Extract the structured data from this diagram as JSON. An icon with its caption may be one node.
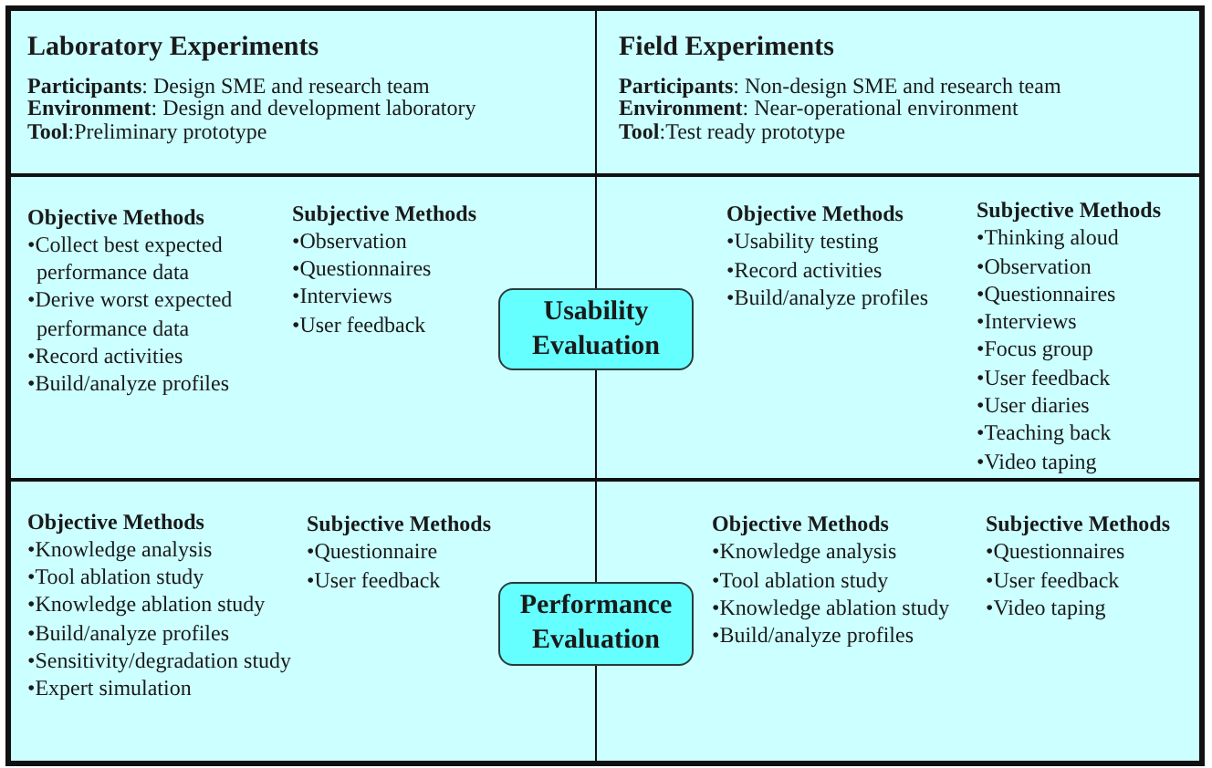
{
  "diagram": {
    "nodes": [
      {
        "text": [
          "Laboratory Experiments",
          "**Participants**: Design SME and research team",
          "**Environment**: Design and development laboratory",
          "**Tool**:Preliminary prototype"
        ]
      },
      {
        "text": [
          "Field Experiments",
          "**Participants**: Non-design SME and research team",
          "**Environment**: Near-operational environment",
          "**Tool**:Test ready prototype"
        ]
      },
      {
        "text": [
          "Objective Methods",
          "•Collect best expected performance data",
          "•Derive worst expected performance data",
          "•Record activities",
          "•Build/analyze profiles",
          "Subjective Methods",
          "•Observation",
          "•Questionnaires",
          "•Interviews",
          "•User feedback"
        ]
      },
      {
        "text": [
          "Usability Evaluation"
        ]
      },
      {
        "text": [
          "Objective Methods",
          "•Usability testing",
          "•Record activities",
          "•Build/analyze profiles",
          "Subjective Methods",
          "•Thinking aloud",
          "•Observation",
          "•Questionnaires",
          "•Interviews",
          "•Focus group",
          "•User feedback",
          "•User diaries",
          "•Teaching back",
          "•Video taping"
        ]
      },
      {
        "text": [
          "Objective Methods",
          "•Knowledge analysis",
          "•Tool ablation study",
          "•Knowledge ablation study",
          "•Build/analyze profiles",
          "•Sensitivity/degradation study",
          "•Expert simulation",
          "Subjective Methods",
          "•Questionnaire",
          "•User feedback"
        ]
      },
      {
        "text": [
          "Performance Evaluation"
        ]
      },
      {
        "text": [
          "Objective Methods",
          "•Knowledge analysis",
          "•Tool ablation study",
          "•Knowledge ablation study",
          "•Build/analyze profiles",
          "Subjective Methods",
          "•Questionnaires",
          "•User feedback",
          "•Video taping"
        ]
      }
    ]
  }
}
